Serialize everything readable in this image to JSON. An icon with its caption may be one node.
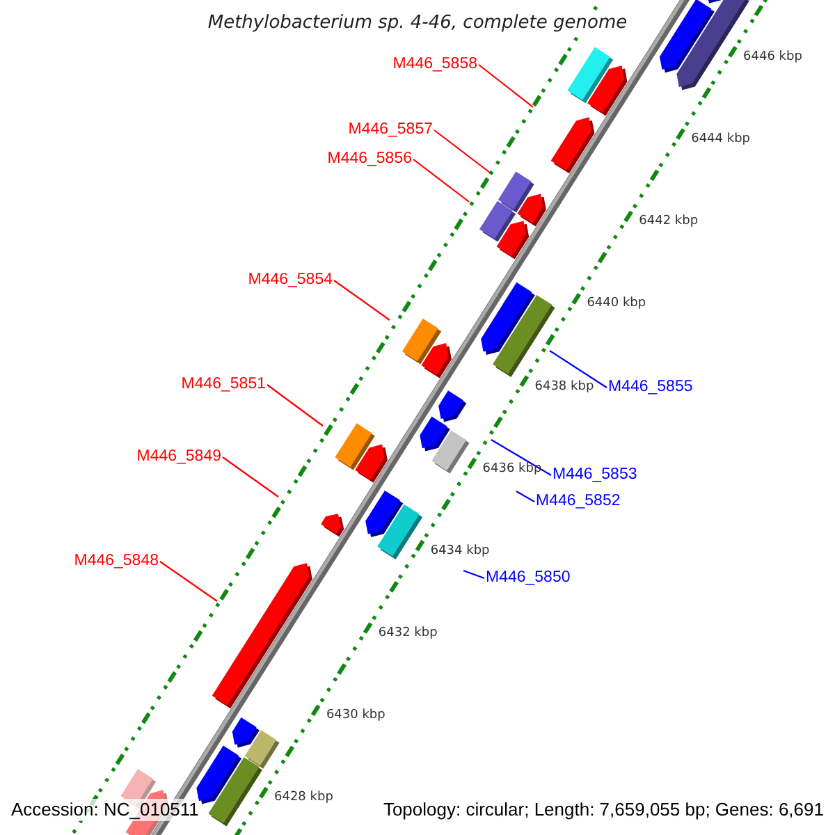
{
  "diagram": {
    "title": "Methylobacterium sp. 4-46, complete genome",
    "nodes": [
      {
        "text": [
          "M446_5858"
        ]
      },
      {
        "text": [
          "M446_5857"
        ]
      },
      {
        "text": [
          "M446_5856"
        ]
      },
      {
        "text": [
          "M446_5854"
        ]
      },
      {
        "text": [
          "M446_5851"
        ]
      },
      {
        "text": [
          "M446_5849"
        ]
      },
      {
        "text": [
          "M446_5848"
        ]
      },
      {
        "text": [
          "M446_5855"
        ]
      },
      {
        "text": [
          "M446_5853"
        ]
      },
      {
        "text": [
          "M446_5852"
        ]
      },
      {
        "text": [
          "M446_5850"
        ]
      }
    ],
    "edges": [
      {
        "from": 0,
        "to": null,
        "arrow": "none"
      },
      {
        "from": 1,
        "to": null,
        "arrow": "none"
      },
      {
        "from": 2,
        "to": null,
        "arrow": "none"
      },
      {
        "from": 3,
        "to": null,
        "arrow": "none"
      },
      {
        "from": 4,
        "to": null,
        "arrow": "none"
      },
      {
        "from": 5,
        "to": null,
        "arrow": "none"
      },
      {
        "from": 6,
        "to": null,
        "arrow": "none"
      },
      {
        "from": 7,
        "to": null,
        "arrow": "none",
        "color": "#0000ff"
      },
      {
        "from": 8,
        "to": null,
        "arrow": "none",
        "color": "#0000ff"
      },
      {
        "from": 9,
        "to": null,
        "arrow": "none",
        "color": "#0000ff"
      },
      {
        "from": 10,
        "to": null,
        "arrow": "none",
        "color": "#0000ff"
      }
    ],
    "labels": [
      "6446 kbp",
      "6444 kbp",
      "6442 kbp",
      "6440 kbp",
      "6438 kbp",
      "6436 kbp",
      "6434 kbp",
      "6432 kbp",
      "6430 kbp",
      "6428 kbp",
      "Accession: NC_010511",
      "Topology: circular; Length: 7,659,055 bp; Genes: 6,691"
    ]
  }
}
